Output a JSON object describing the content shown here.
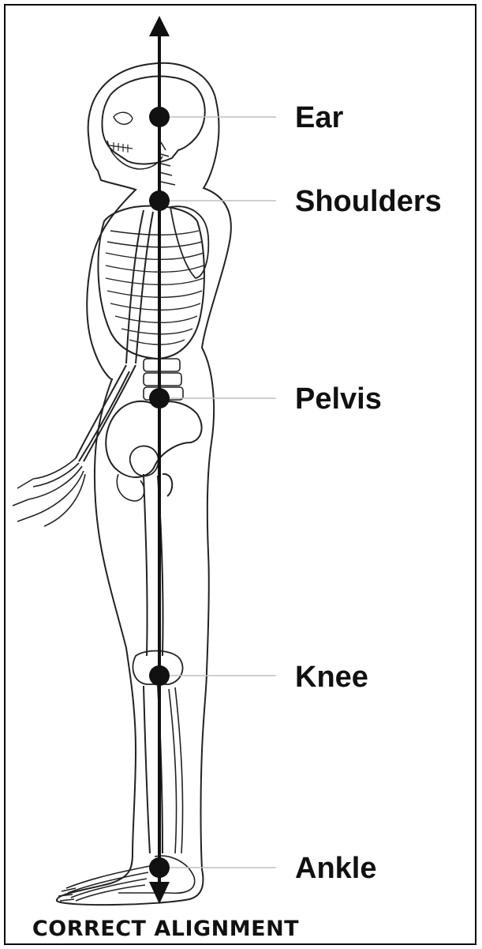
{
  "labels": {
    "ear": "Ear",
    "shoulders": "Shoulders",
    "pelvis": "Pelvis",
    "knee": "Knee",
    "ankle": "Ankle"
  },
  "caption": "CORRECT ALIGNMENT",
  "colors": {
    "line": "#111111",
    "leader": "#bfbfbf",
    "outline": "#222222"
  }
}
